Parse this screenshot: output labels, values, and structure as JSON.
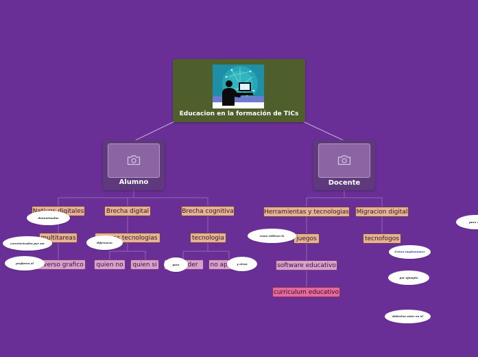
{
  "root": {
    "title": "Educacion en la formación de TICs",
    "image": "person-at-computer-network"
  },
  "alumno": {
    "label": "Alumno",
    "children": {
      "nativos": "Nativos digitales",
      "multitareas": "multitareas",
      "universo": "universo grafico",
      "brecha_digital": "Brecha digital",
      "nuevas": "nuevas tecnologias",
      "quien_no": "quien no",
      "quien_si": "quien si",
      "brecha_cognitiva": "Brecha cognitiva",
      "tecnologia": "tecnologia",
      "aprender": "aprender",
      "no_aprender": "no aprender"
    },
    "bubbles": {
      "denominados": "denominados",
      "caracterizados": "caracterizados por ser",
      "prefieren": "prefieren el",
      "diferencia": "diferencia",
      "para": "para",
      "y_otros": "y otros"
    }
  },
  "docente": {
    "label": "Docente",
    "children": {
      "herramientas": "Herramientas y tecnologias",
      "juegos": "juegos",
      "software": "software educativo",
      "curriculum": "curriculum educativo",
      "migracion": "Migracion digital",
      "tecnofogos": "tecnofogos"
    },
    "bubbles": {
      "como_utilizan": "como utilizan la",
      "para_que": "para que",
      "evitan": "Evitan implementar",
      "por_ejemplo": "por ejemplo",
      "deberian": "deberian estar en el"
    }
  },
  "colors": {
    "background": "#6a2f97",
    "root": "#4f5f2b",
    "main": "#5e3a7c",
    "tan": "#e6b293",
    "lavender": "#d9a0cf",
    "pink": "#e36a9d",
    "link": "#c7b6d4"
  }
}
